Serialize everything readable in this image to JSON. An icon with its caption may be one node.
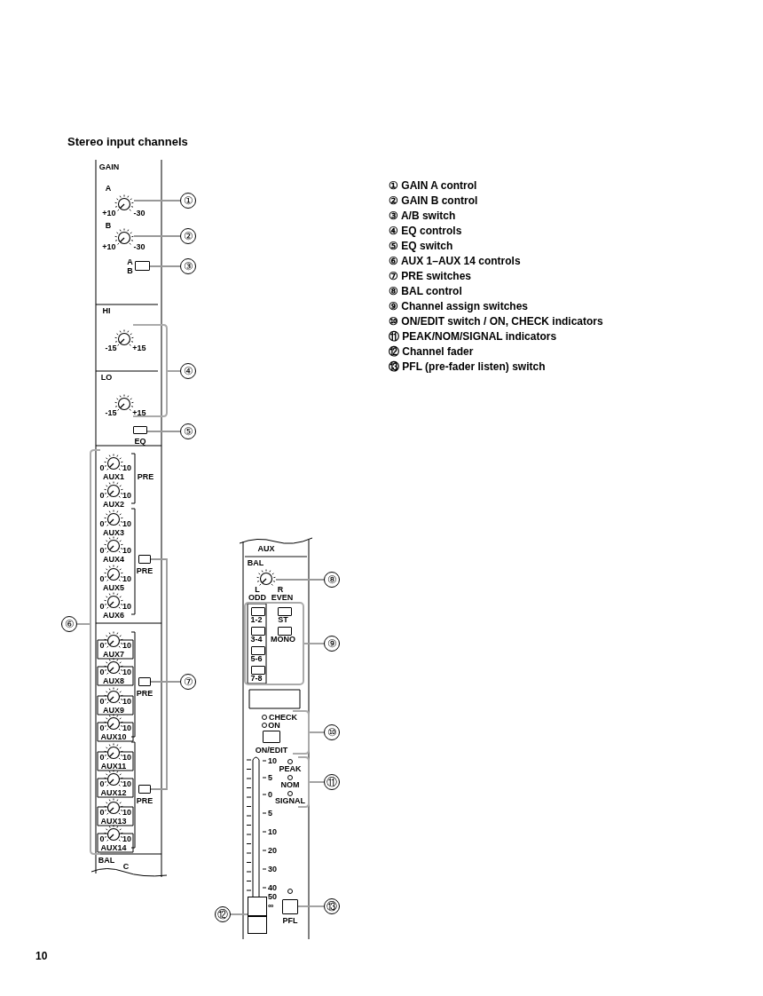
{
  "diagram": {
    "title": "Stereo input channels",
    "nodes": [
      {
        "text": [
          "①"
        ]
      },
      {
        "text": [
          "②"
        ]
      },
      {
        "text": [
          "③"
        ]
      },
      {
        "text": [
          "④"
        ]
      },
      {
        "text": [
          "⑤"
        ]
      },
      {
        "text": [
          "⑥"
        ]
      },
      {
        "text": [
          "⑦"
        ]
      },
      {
        "text": [
          "⑧"
        ]
      },
      {
        "text": [
          "⑨"
        ]
      },
      {
        "text": [
          "⑩"
        ]
      },
      {
        "text": [
          "⑪"
        ]
      },
      {
        "text": [
          "⑫"
        ]
      },
      {
        "text": [
          "⑬"
        ]
      },
      {
        "text": [],
        "shape": "circle",
        "beside": [
          "A",
          "+10",
          "-30"
        ]
      },
      {
        "text": [],
        "shape": "circle",
        "beside": [
          "B",
          "+10",
          "-30"
        ]
      },
      {
        "text": [],
        "shape": "box",
        "beside": [
          "A",
          "B"
        ]
      },
      {
        "text": [],
        "shape": "circle",
        "beside": [
          "-15",
          "+15"
        ]
      },
      {
        "text": [],
        "shape": "circle",
        "beside": [
          "-15",
          "+15"
        ]
      },
      {
        "text": [],
        "shape": "box",
        "beside": [
          "EQ"
        ]
      },
      {
        "text": [],
        "shape": "circle",
        "beside": [
          "0",
          "10",
          "AUX1"
        ]
      },
      {
        "text": [],
        "shape": "circle",
        "beside": [
          "0",
          "10",
          "AUX2"
        ]
      },
      {
        "text": [],
        "shape": "circle",
        "beside": [
          "0",
          "10",
          "AUX3"
        ]
      },
      {
        "text": [],
        "shape": "circle",
        "beside": [
          "0",
          "10",
          "AUX4"
        ]
      },
      {
        "text": [],
        "shape": "circle",
        "beside": [
          "0",
          "10",
          "AUX5"
        ]
      },
      {
        "text": [],
        "shape": "circle",
        "beside": [
          "0",
          "10",
          "AUX6"
        ]
      },
      {
        "text": [],
        "shape": "circle",
        "beside": [
          "0",
          "10",
          "AUX7"
        ]
      },
      {
        "text": [],
        "shape": "circle",
        "beside": [
          "0",
          "10",
          "AUX8"
        ]
      },
      {
        "text": [],
        "shape": "circle",
        "beside": [
          "0",
          "10",
          "AUX9"
        ]
      },
      {
        "text": [],
        "shape": "circle",
        "beside": [
          "0",
          "10",
          "AUX10"
        ]
      },
      {
        "text": [],
        "shape": "circle",
        "beside": [
          "0",
          "10",
          "AUX11"
        ]
      },
      {
        "text": [],
        "shape": "circle",
        "beside": [
          "0",
          "10",
          "AUX12"
        ]
      },
      {
        "text": [],
        "shape": "circle",
        "beside": [
          "0",
          "10",
          "AUX13"
        ]
      },
      {
        "text": [],
        "shape": "circle",
        "beside": [
          "0",
          "10",
          "AUX14"
        ]
      },
      {
        "text": [],
        "shape": "box",
        "beside": [
          "PRE"
        ]
      },
      {
        "text": [],
        "shape": "box",
        "beside": [
          "PRE"
        ]
      },
      {
        "text": [],
        "shape": "box",
        "beside": [
          "PRE"
        ]
      },
      {
        "text": [],
        "shape": "circle",
        "beside": [
          "L",
          "R",
          "ODD",
          "EVEN"
        ]
      },
      {
        "text": [],
        "shape": "box"
      },
      {
        "text": [],
        "shape": "box",
        "in": 37
      },
      {
        "text": [],
        "shape": "box",
        "in": 37
      },
      {
        "text": [],
        "shape": "box",
        "in": 37
      },
      {
        "text": [],
        "shape": "box",
        "in": 37
      },
      {
        "text": [],
        "shape": "box",
        "in": 37
      },
      {
        "text": [],
        "shape": "box",
        "in": 37
      },
      {
        "text": [],
        "shape": "circle",
        "beside": [
          "CHECK"
        ]
      },
      {
        "text": [],
        "shape": "circle",
        "beside": [
          "ON"
        ]
      },
      {
        "text": [],
        "shape": "box",
        "beside": [
          "ON/EDIT"
        ]
      },
      {
        "text": [],
        "shape": "circle",
        "beside": [
          "PEAK"
        ]
      },
      {
        "text": [],
        "shape": "circle",
        "beside": [
          "NOM"
        ]
      },
      {
        "text": [],
        "shape": "circle",
        "beside": [
          "SIGNAL"
        ]
      },
      {
        "text": [],
        "shape": "box"
      },
      {
        "text": [],
        "shape": "circle"
      },
      {
        "text": [],
        "shape": "box",
        "beside": [
          "PFL"
        ]
      },
      {
        "text": [],
        "shape": "bracket"
      },
      {
        "text": [],
        "shape": "bracket"
      },
      {
        "text": [],
        "shape": "bracket"
      },
      {
        "text": [],
        "shape": "bracket"
      }
    ],
    "edges": [
      {
        "from": 0,
        "to": 13,
        "arrow": "none"
      },
      {
        "from": 1,
        "to": 14,
        "arrow": "none"
      },
      {
        "from": 2,
        "to": 15,
        "arrow": "none"
      },
      {
        "from": 3,
        "to": 53,
        "arrow": "none"
      },
      {
        "from": 4,
        "to": 18,
        "arrow": "none"
      },
      {
        "from": 5,
        "to": 54,
        "arrow": "none"
      },
      {
        "from": 6,
        "to": 33,
        "arrow": "none"
      },
      {
        "from": 6,
        "to": 34,
        "arrow": "none"
      },
      {
        "from": 6,
        "to": 35,
        "arrow": "none"
      },
      {
        "from": 7,
        "to": 36,
        "arrow": "none"
      },
      {
        "from": 8,
        "to": 37,
        "arrow": "none"
      },
      {
        "from": 9,
        "to": 55,
        "arrow": "none"
      },
      {
        "from": 10,
        "to": 56,
        "arrow": "none"
      },
      {
        "from": 11,
        "to": 50,
        "arrow": "none"
      },
      {
        "from": 12,
        "to": 52,
        "arrow": "none"
      }
    ],
    "labels": [
      "GAIN",
      "HI",
      "LO",
      "PRE",
      "BAL",
      "C",
      "AUX",
      "BAL",
      "1-2",
      "ST",
      "3-4",
      "MONO",
      "5-6",
      "7-8",
      "10",
      "5",
      "0",
      "5",
      "10",
      "20",
      "30",
      "40",
      "50",
      "∞",
      "① GAIN A control",
      "② GAIN B control",
      "③ A/B switch",
      "④ EQ controls",
      "⑤ EQ switch",
      "⑥ AUX 1–AUX 14 controls",
      "⑦ PRE switches",
      "⑧ BAL control",
      "⑨ Channel assign switches",
      "⑩ ON/EDIT switch / ON, CHECK indicators",
      "⑪ PEAK/NOM/SIGNAL indicators",
      "⑫ Channel fader",
      "⑬ PFL (pre-fader listen) switch",
      "10"
    ]
  }
}
